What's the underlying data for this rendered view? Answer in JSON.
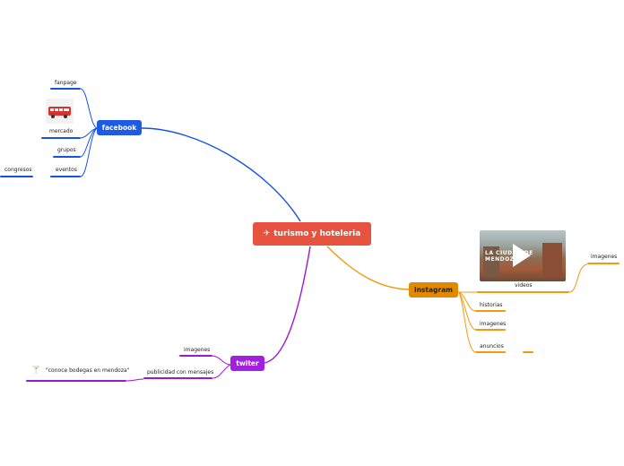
{
  "central": {
    "title": "turismo y hoteleria",
    "icon": "airplane-icon",
    "color": "#e8533f"
  },
  "branches": {
    "facebook": {
      "label": "facebook",
      "color": "#1e5ae6",
      "children": {
        "fanpage": "fanpage",
        "mercado": "mercado",
        "grupos": "grupos",
        "eventos": "eventos",
        "congresos": "congresos"
      },
      "mercado_image": "red-bus-icon"
    },
    "instagram": {
      "label": "instagram",
      "color": "#e18a00",
      "children": {
        "videos": "videos",
        "imagenes_sub": "imagenes",
        "historias": "historias",
        "imagenes": "imagenes",
        "anuncios": "anuncios"
      },
      "video_caption": "LA CIUDAD DE MENDOZA",
      "video_icon": "play-icon"
    },
    "twiter": {
      "label": "twiter",
      "color": "#a21fe0",
      "children": {
        "imagenes": "imagenes",
        "publicidad": "publicidad con mensajes",
        "quote": "\"conoce bodegas en mendoza\""
      },
      "quote_icon": "cocktail-glass-icon"
    }
  }
}
